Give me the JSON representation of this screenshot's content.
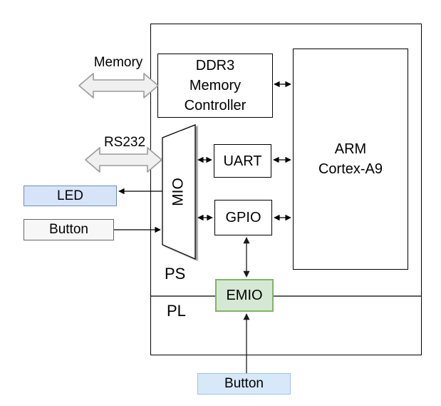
{
  "diagram": {
    "title_implicit": "Zynq PS/PL GPIO block diagram",
    "blocks": {
      "ddr3": {
        "label": "DDR3\nMemory\nController"
      },
      "arm": {
        "label": "ARM\nCortex-A9"
      },
      "uart": {
        "label": "UART"
      },
      "gpio": {
        "label": "GPIO"
      },
      "emio": {
        "label": "EMIO"
      },
      "mio": {
        "label": "MIO"
      },
      "led": {
        "label": "LED"
      },
      "button_left": {
        "label": "Button"
      },
      "button_bottom": {
        "label": "Button"
      }
    },
    "labels": {
      "memory": "Memory",
      "rs232": "RS232",
      "ps": "PS",
      "pl": "PL"
    },
    "colors": {
      "led-fill": "#d7e4f7",
      "led-stroke": "#6c8ebf",
      "button-gray-fill": "#f7f7f7",
      "button-gray-stroke": "#666666",
      "button-blue-fill": "#d7e8f8",
      "button-blue-stroke": "#9fc5e8",
      "emio-fill": "#d5e8d4",
      "emio-stroke": "#82b366",
      "bus-arrow-fill": "#f0f0f0",
      "bus-arrow-stroke": "#9a9a9a",
      "line-color": "#000000",
      "gray-line-color": "#4d4d4d"
    }
  }
}
